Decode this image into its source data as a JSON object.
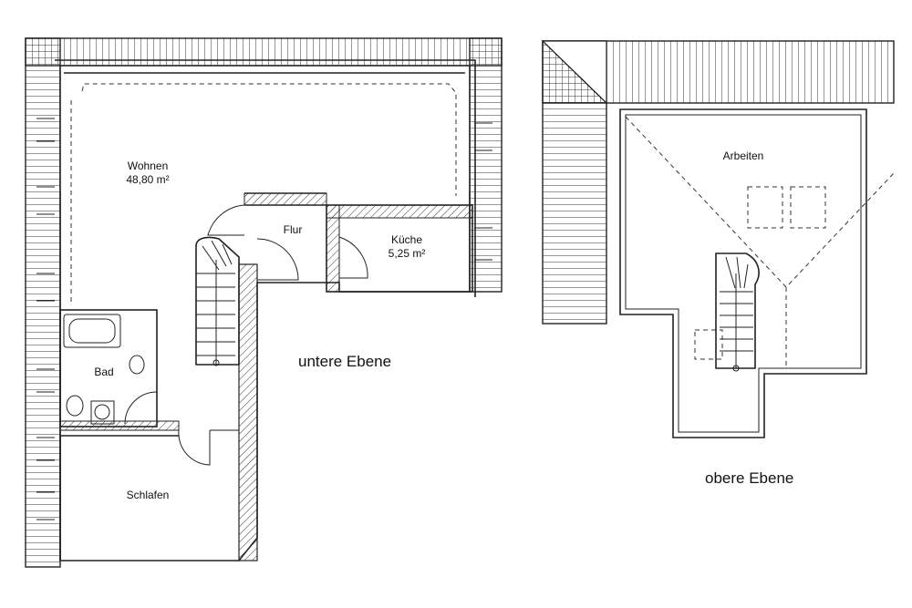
{
  "rooms": {
    "wohnen": {
      "name": "Wohnen",
      "area": "48,80 m²"
    },
    "flur": {
      "name": "Flur"
    },
    "kueche": {
      "name": "Küche",
      "area": "5,25 m²"
    },
    "bad": {
      "name": "Bad"
    },
    "schlafen": {
      "name": "Schlafen"
    },
    "arbeiten": {
      "name": "Arbeiten"
    }
  },
  "captions": {
    "lower": "untere Ebene",
    "upper": "obere Ebene"
  }
}
